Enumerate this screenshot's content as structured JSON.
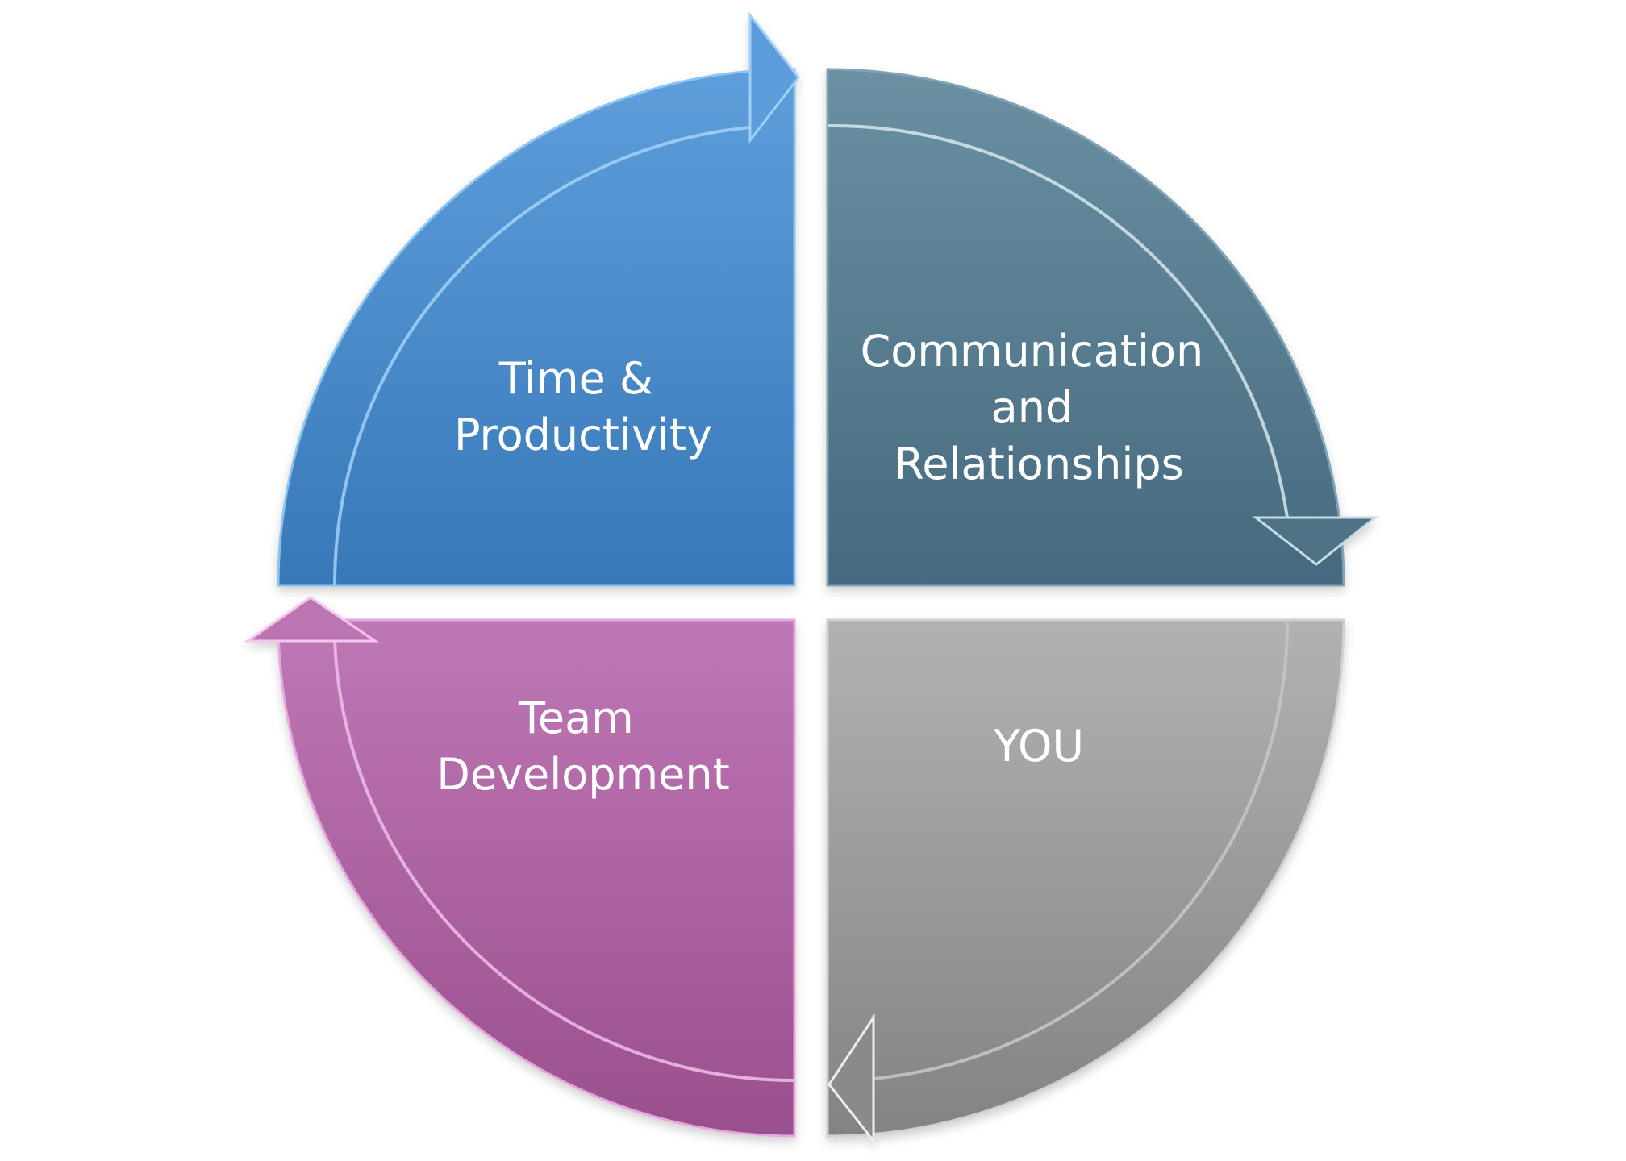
{
  "diagram": {
    "type": "cycle-quadrants",
    "quadrants": [
      {
        "id": "top-left",
        "lines": [
          "Time &",
          "Productivity"
        ],
        "color_top": "#5b9bd8",
        "color_bottom": "#3878b8"
      },
      {
        "id": "top-right",
        "lines": [
          "Communication",
          "and",
          "Relationships"
        ],
        "color_top": "#6a8fa1",
        "color_bottom": "#46697f"
      },
      {
        "id": "bottom-right",
        "lines": [
          "YOU"
        ],
        "color_top": "#b0b0b0",
        "color_bottom": "#838383"
      },
      {
        "id": "bottom-left",
        "lines": [
          "Team",
          "Development"
        ],
        "color_top": "#bd77b4",
        "color_bottom": "#9a4f8d"
      }
    ],
    "direction": "clockwise"
  }
}
